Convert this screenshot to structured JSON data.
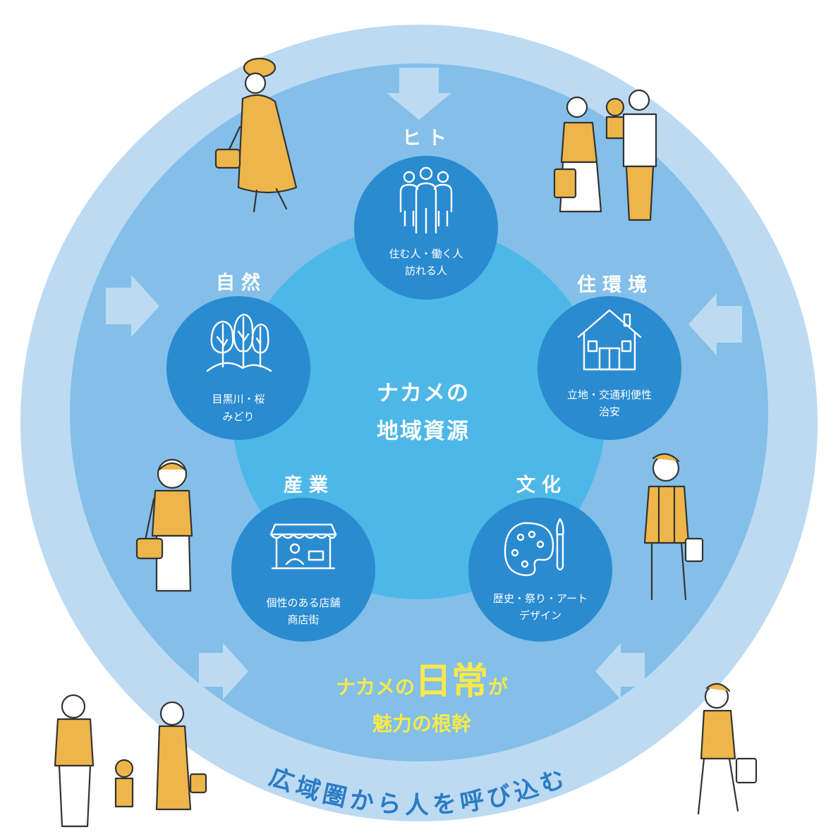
{
  "center": {
    "line1": "ナカメの",
    "line2": "地域資源"
  },
  "nodes": {
    "hito": {
      "title": "ヒト",
      "line1": "住む人・働く人",
      "line2": "訪れる人"
    },
    "jukankyo": {
      "title": "住環境",
      "line1": "立地・交通利便性",
      "line2": "治安"
    },
    "bunka": {
      "title": "文化",
      "line1": "歴史・祭り・アート",
      "line2": "デザイン"
    },
    "sangyo": {
      "title": "産業",
      "line1": "個性のある店舗",
      "line2": "商店街"
    },
    "shizen": {
      "title": "自然",
      "line1": "目黒川・桜",
      "line2": "みどり"
    }
  },
  "tagline": {
    "prefix": "ナカメの",
    "emphasis": "日常",
    "suffix": "が",
    "line2": "魅力の根幹"
  },
  "outer_label": "広域圏から人を呼び込む",
  "colors": {
    "outer_ring": "#bcdaf2",
    "middle_ring": "#83bfe9",
    "inner_ring": "#4db7e8",
    "node_circle": "#2a8bd1",
    "accent_yellow": "#f7e94a",
    "figure_mustard": "#eeb64a"
  },
  "icons": {
    "hito": "people-group-icon",
    "jukankyo": "house-icon",
    "bunka": "palette-brush-icon",
    "sangyo": "shop-stall-icon",
    "shizen": "trees-icon"
  }
}
